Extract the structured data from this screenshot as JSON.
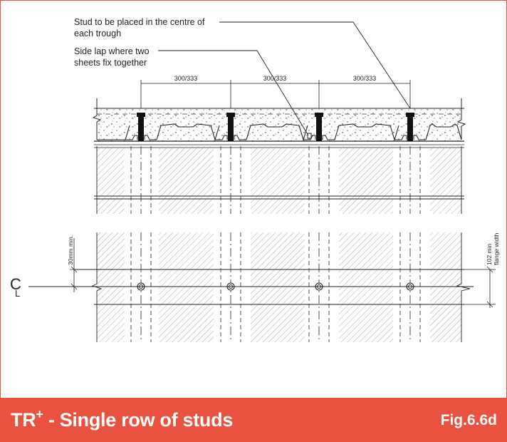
{
  "callouts": {
    "stud": [
      "Stud to be placed in the centre of",
      "each trough"
    ],
    "lap": [
      "Side lap where two",
      "sheets fix together"
    ]
  },
  "dimensions": {
    "spacing": [
      "300/333",
      "300/333",
      "300/333"
    ],
    "edge_min": "30mm min.",
    "flange": [
      "102 min",
      "flange width"
    ]
  },
  "centreline_symbol": [
    "C",
    "L"
  ],
  "footer": {
    "title_main": "TR",
    "title_sup": "+",
    "title_rest": " - Single row of studs",
    "fig": "Fig.6.6d"
  },
  "colors": {
    "accent": "#e8523f",
    "line": "#222222",
    "hatch": "#9a9a9a"
  }
}
